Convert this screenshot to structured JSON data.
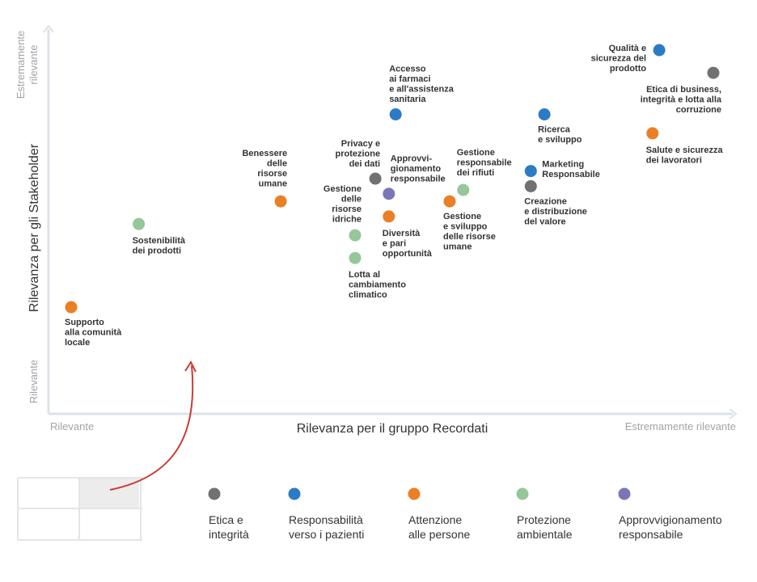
{
  "colors": {
    "etica": "#717171",
    "pazienti": "#2c7bc6",
    "persone": "#ea7f26",
    "ambiente": "#95c79a",
    "approvvigionamento": "#7a76b9",
    "axis": "#dde2ea",
    "tick": "#a0a4a8",
    "arrow": "#cc3b35",
    "quadrant_highlight": "#ececec"
  },
  "chart_data": {
    "type": "scatter",
    "xlabel": "Rilevanza per il gruppo Recordati",
    "ylabel": "Rilevanza per gli Stakeholder",
    "x_ticks": [
      "Rilevante",
      "Estremamente rilevante"
    ],
    "y_ticks": [
      "Rilevante",
      "Estremamente rilevante"
    ],
    "xlim": [
      0,
      100
    ],
    "ylim": [
      0,
      100
    ],
    "legend_position": "bottom",
    "categories": [
      {
        "key": "etica",
        "label": "Etica e integrità"
      },
      {
        "key": "pazienti",
        "label": "Responsabilità verso i pazienti"
      },
      {
        "key": "persone",
        "label": "Attenzione alle persone"
      },
      {
        "key": "ambiente",
        "label": "Protezione ambientale"
      },
      {
        "key": "approvvigionamento",
        "label": "Approvvigionamento responsabile"
      }
    ],
    "points": [
      {
        "label": "Supporto alla comunità locale",
        "category": "persone",
        "x": 3,
        "y": 27
      },
      {
        "label": "Sostenibilità dei prodotti",
        "category": "ambiente",
        "x": 13,
        "y": 49
      },
      {
        "label": "Benessere delle risorse umane",
        "category": "persone",
        "x": 34,
        "y": 55
      },
      {
        "label": "Privacy e protezione dei dati",
        "category": "etica",
        "x": 48,
        "y": 61
      },
      {
        "label": "Approvvigionamento responsabile",
        "category": "approvvigionamento",
        "x": 50,
        "y": 57
      },
      {
        "label": "Gestione delle risorse idriche",
        "category": "ambiente",
        "x": 45,
        "y": 46
      },
      {
        "label": "Lotta al cambiamento climatico",
        "category": "ambiente",
        "x": 45,
        "y": 40
      },
      {
        "label": "Diversità e pari opportunità",
        "category": "persone",
        "x": 50,
        "y": 51
      },
      {
        "label": "Accesso ai farmaci e all'assistenza sanitaria",
        "category": "pazienti",
        "x": 51,
        "y": 78
      },
      {
        "label": "Gestione e sviluppo delle risorse umane",
        "category": "persone",
        "x": 59,
        "y": 55
      },
      {
        "label": "Gestione responsabile dei rifiuti",
        "category": "ambiente",
        "x": 61,
        "y": 58
      },
      {
        "label": "Ricerca e sviluppo",
        "category": "pazienti",
        "x": 73,
        "y": 78
      },
      {
        "label": "Marketing Responsabile",
        "category": "pazienti",
        "x": 71,
        "y": 63
      },
      {
        "label": "Creazione e distribuzione del valore",
        "category": "etica",
        "x": 71,
        "y": 59
      },
      {
        "label": "Qualità e sicurezza del prodotto",
        "category": "pazienti",
        "x": 90,
        "y": 95
      },
      {
        "label": "Etica di business, integrità e lotta alla corruzione",
        "category": "etica",
        "x": 98,
        "y": 89
      },
      {
        "label": "Salute e sicurezza dei lavoratori",
        "category": "persone",
        "x": 89,
        "y": 73
      }
    ]
  }
}
